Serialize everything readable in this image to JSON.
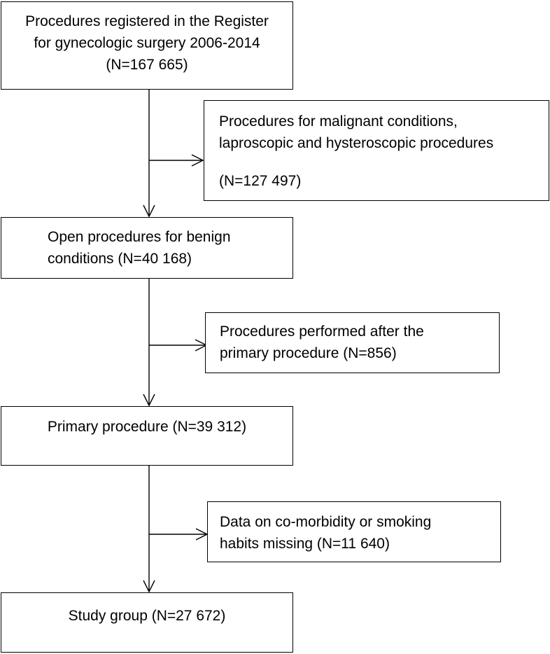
{
  "boxes": {
    "registered": {
      "lines": [
        "Procedures registered in the Register",
        "for gynecologic surgery 2006-2014",
        "(N=167 665)"
      ]
    },
    "excluded_malignant": {
      "lines": [
        "Procedures for malignant conditions,",
        "laproscopic and hysteroscopic procedures",
        "(N=127 497)"
      ]
    },
    "open_benign": {
      "lines": [
        "Open procedures for benign",
        "conditions (N=40 168)"
      ]
    },
    "excluded_after_primary": {
      "lines": [
        "Procedures performed after the",
        "primary procedure (N=856)"
      ]
    },
    "primary": {
      "lines": [
        "Primary procedure (N=39 312)"
      ]
    },
    "excluded_missing": {
      "lines": [
        "Data on co-morbidity or smoking",
        "habits missing (N=11 640)"
      ]
    },
    "study_group": {
      "lines": [
        "Study group (N=27 672)"
      ]
    }
  },
  "colors": {
    "line": "#000000",
    "box_border": "#000000",
    "background": "#ffffff"
  }
}
